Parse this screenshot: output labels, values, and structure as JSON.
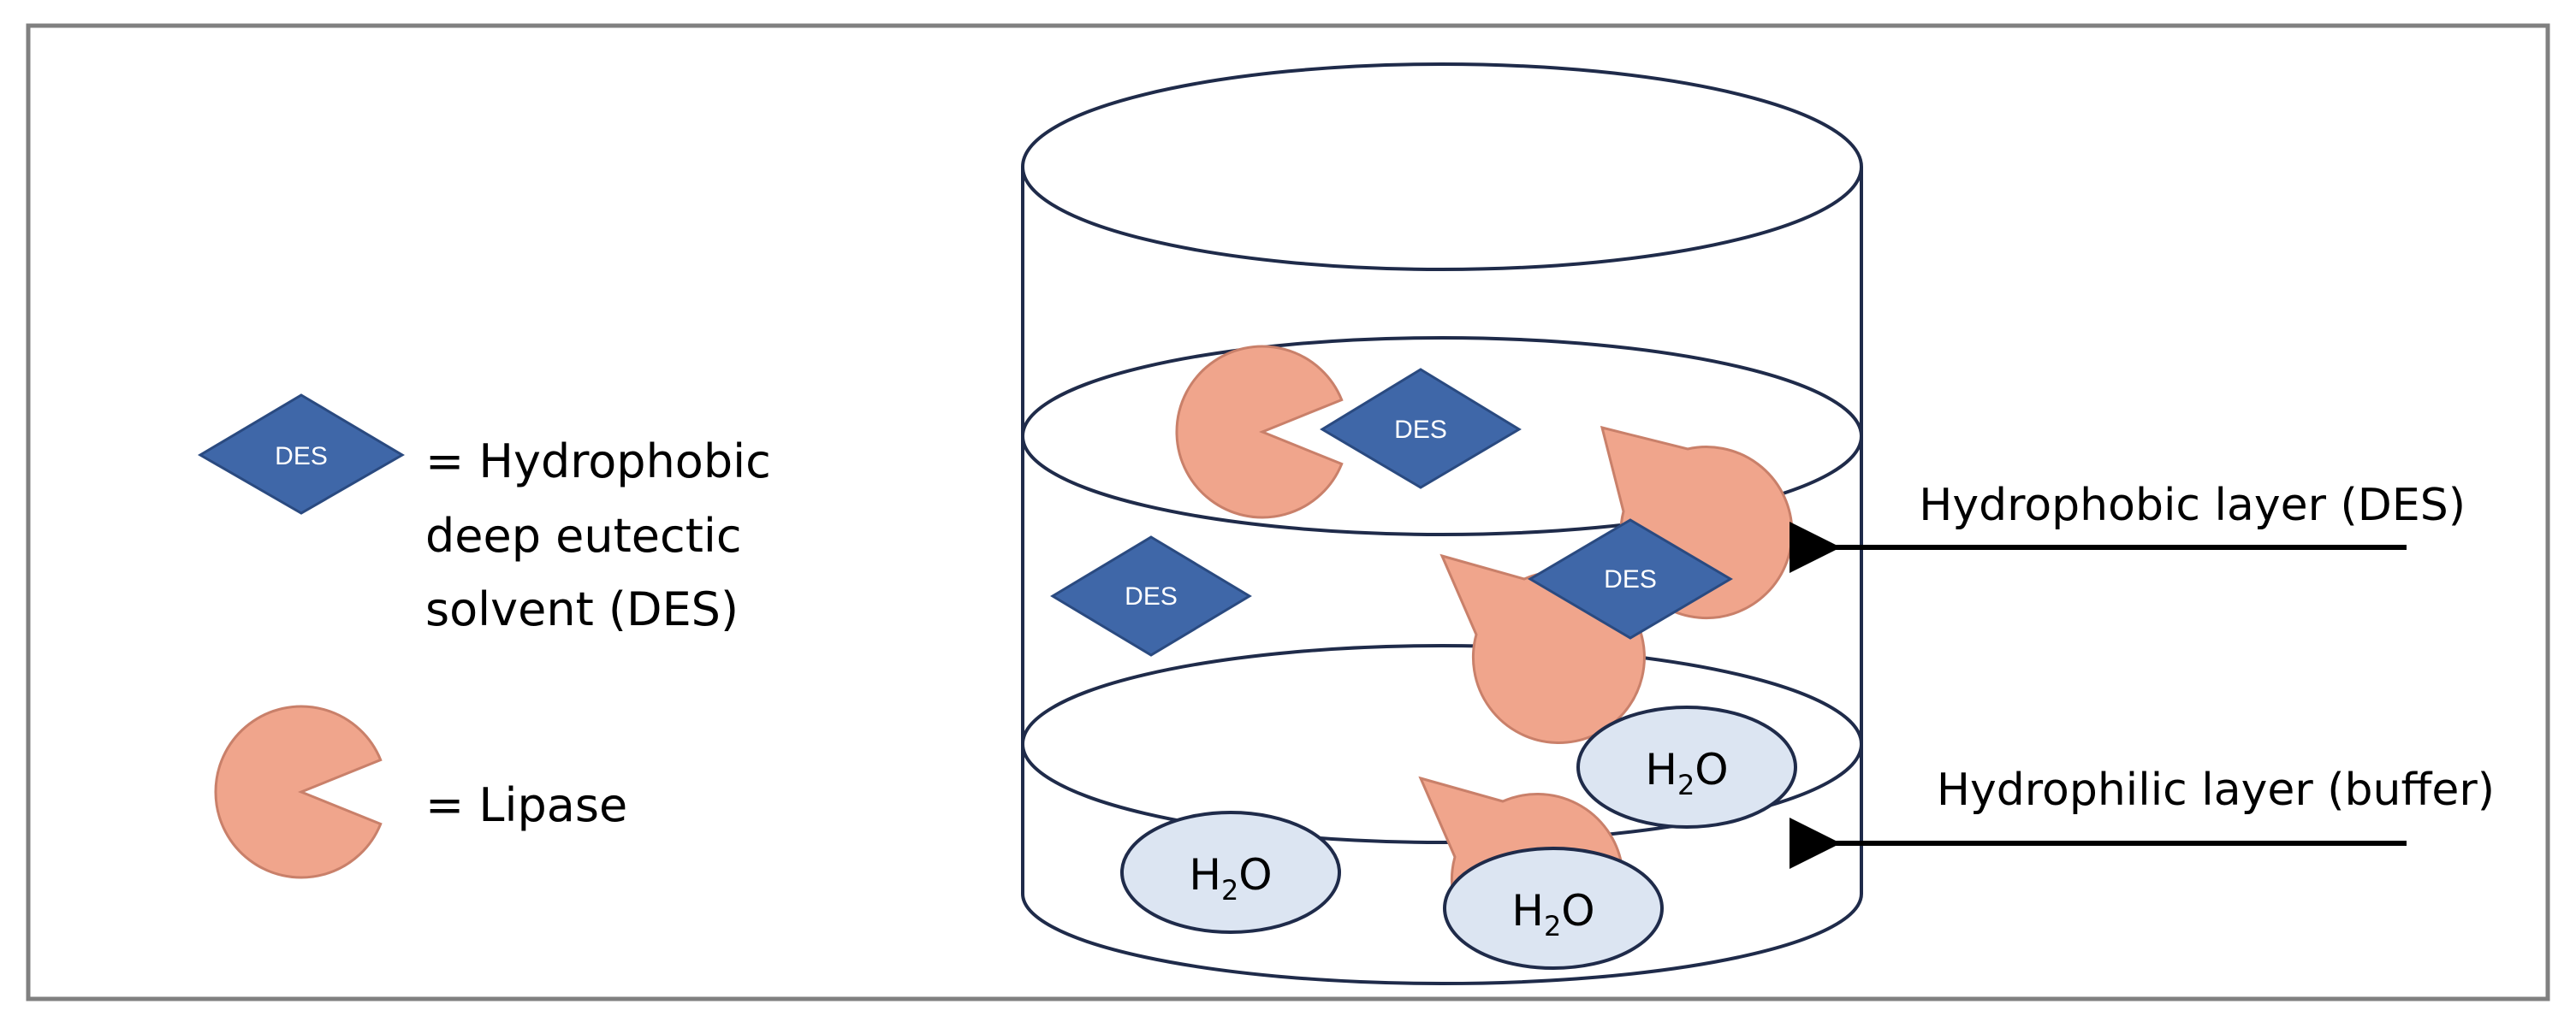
{
  "legend": {
    "des_symbol_label": "DES",
    "des_description_lines": [
      "= Hydrophobic",
      "deep eutectic",
      "solvent (DES)"
    ],
    "lipase_description": "= Lipase"
  },
  "vessel": {
    "des_particle_label": "DES",
    "water_main": "H",
    "water_sub": "2",
    "water_end": "O"
  },
  "annotations": {
    "hydrophobic_layer": "Hydrophobic layer (DES)",
    "hydrophilic_layer": "Hydrophilic layer (buffer)"
  },
  "colors": {
    "des_fill": "#3F67A8",
    "des_stroke": "#2A4A80",
    "lipase_fill": "#F0A58C",
    "lipase_stroke": "#C9806A",
    "water_fill": "#DCE5F2",
    "water_stroke": "#1F2B4A",
    "frame_stroke": "#808080",
    "line_stroke": "#1F2B4A"
  }
}
